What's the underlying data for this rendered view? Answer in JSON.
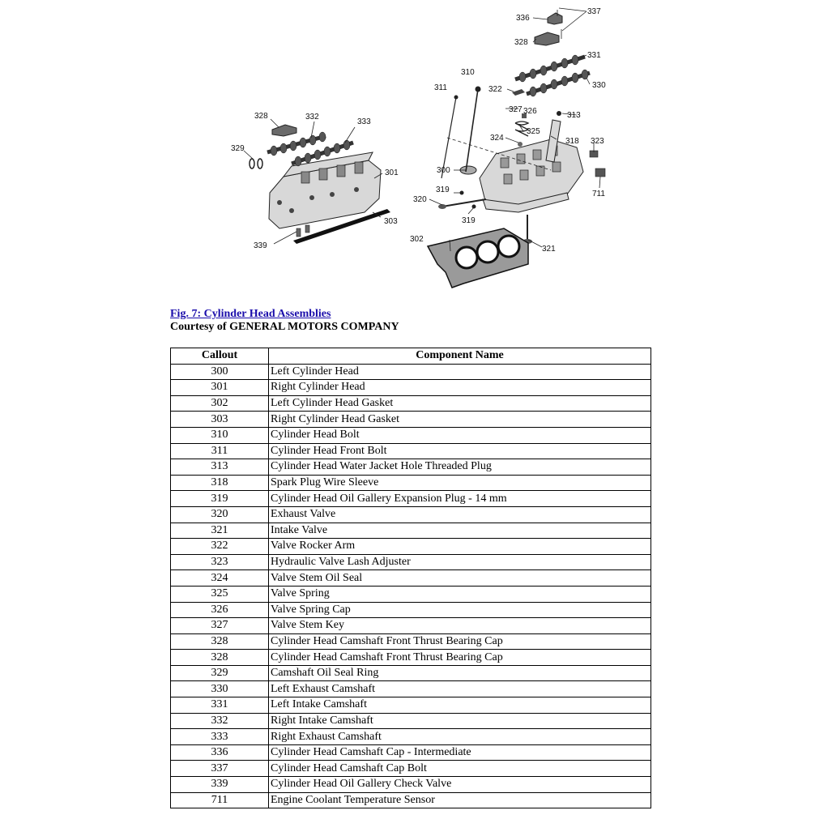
{
  "figure": {
    "callouts": [
      "300",
      "301",
      "302",
      "303",
      "310",
      "311",
      "313",
      "318",
      "319",
      "319",
      "320",
      "321",
      "322",
      "323",
      "324",
      "325",
      "326",
      "327",
      "328",
      "328",
      "329",
      "330",
      "331",
      "332",
      "333",
      "336",
      "337",
      "339",
      "711"
    ]
  },
  "caption": {
    "link": "Fig. 7: Cylinder Head Assemblies",
    "credit": "Courtesy of GENERAL MOTORS COMPANY"
  },
  "table": {
    "headers": [
      "Callout",
      "Component Name"
    ],
    "rows": [
      [
        "300",
        "Left Cylinder Head"
      ],
      [
        "301",
        "Right Cylinder Head"
      ],
      [
        "302",
        "Left Cylinder Head Gasket"
      ],
      [
        "303",
        "Right Cylinder Head Gasket"
      ],
      [
        "310",
        "Cylinder Head Bolt"
      ],
      [
        "311",
        "Cylinder Head Front Bolt"
      ],
      [
        "313",
        "Cylinder Head Water Jacket Hole Threaded Plug"
      ],
      [
        "318",
        "Spark Plug Wire Sleeve"
      ],
      [
        "319",
        "Cylinder Head Oil Gallery Expansion Plug - 14 mm"
      ],
      [
        "320",
        "Exhaust Valve"
      ],
      [
        "321",
        "Intake Valve"
      ],
      [
        "322",
        "Valve Rocker Arm"
      ],
      [
        "323",
        "Hydraulic Valve Lash Adjuster"
      ],
      [
        "324",
        "Valve Stem Oil Seal"
      ],
      [
        "325",
        "Valve Spring"
      ],
      [
        "326",
        "Valve Spring Cap"
      ],
      [
        "327",
        "Valve Stem Key"
      ],
      [
        "328",
        "Cylinder Head Camshaft Front Thrust Bearing Cap"
      ],
      [
        "328",
        "Cylinder Head Camshaft Front Thrust Bearing Cap"
      ],
      [
        "329",
        "Camshaft Oil Seal Ring"
      ],
      [
        "330",
        "Left Exhaust Camshaft"
      ],
      [
        "331",
        "Left Intake Camshaft"
      ],
      [
        "332",
        "Right Intake Camshaft"
      ],
      [
        "333",
        "Right Exhaust Camshaft"
      ],
      [
        "336",
        "Cylinder Head Camshaft Cap - Intermediate"
      ],
      [
        "337",
        "Cylinder Head Camshaft Cap Bolt"
      ],
      [
        "339",
        "Cylinder Head Oil Gallery Check Valve"
      ],
      [
        "711",
        "Engine Coolant Temperature Sensor"
      ]
    ]
  }
}
